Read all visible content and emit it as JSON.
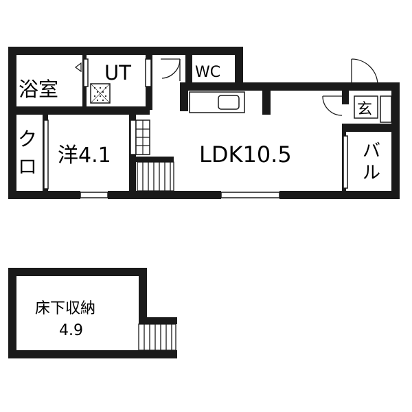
{
  "rooms": {
    "bath": "浴室",
    "utility": "UT",
    "toilet": "WC",
    "entrance": "玄",
    "closet_top": "ク",
    "closet_bottom": "ロ",
    "western_room": "洋4.1",
    "ldk": "LDK10.5",
    "balcony_top": "バ",
    "balcony_bottom": "ル",
    "storage_line1": "床下収納",
    "storage_line2": "4.9"
  }
}
